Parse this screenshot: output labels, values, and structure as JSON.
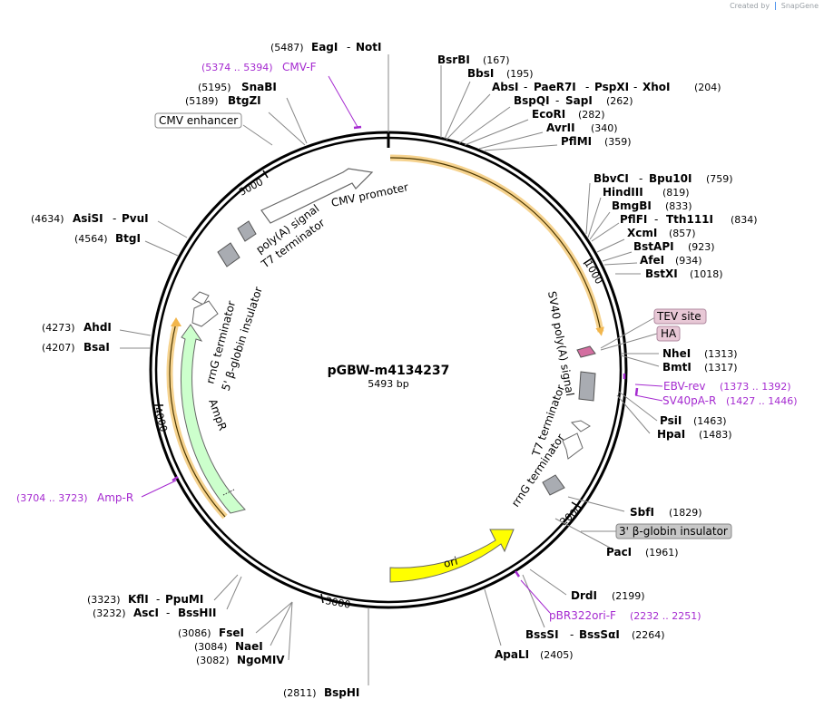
{
  "branding": {
    "created_by": "Created by",
    "app": "SnapGene",
    "logo_icon": "snapgene-logo-icon"
  },
  "plasmid": {
    "name": "pGBW-m4134237",
    "length_label": "5493 bp",
    "length": 5493
  },
  "ticks": [
    "1000",
    "2000",
    "3000",
    "4000",
    "5000"
  ],
  "features": [
    {
      "label": "CMV promoter",
      "type": "promoter",
      "color": "#ffffff"
    },
    {
      "label": "poly(A) signal",
      "type": "terminator",
      "color": "#a9acb2"
    },
    {
      "label": "T7 terminator",
      "type": "terminator",
      "color": "#a9acb2"
    },
    {
      "label": "rrnG terminator",
      "type": "terminator",
      "color": "#ffffff"
    },
    {
      "label": "5' β-globin insulator",
      "type": "misc",
      "color": "#ffffff"
    },
    {
      "label": "AmpR",
      "type": "cds",
      "color": "#ccffcc"
    },
    {
      "label": "SV40 poly(A) signal",
      "type": "terminator",
      "color": "#a9acb2"
    },
    {
      "label": "T7 terminator",
      "type": "terminator",
      "color": "#ffffff"
    },
    {
      "label": "rrnG terminator",
      "type": "terminator",
      "color": "#a9acb2"
    },
    {
      "label": "ori",
      "type": "rep_origin",
      "color": "#ffff00"
    },
    {
      "label": "CMV enhancer",
      "type": "enhancer",
      "color": "#ffffff"
    },
    {
      "label": "TEV site",
      "type": "tag",
      "color": "#e8c8d6"
    },
    {
      "label": "HA",
      "type": "tag",
      "color": "#e8c8d6"
    },
    {
      "label": "3' β-globin insulator",
      "type": "misc",
      "color": "#c8c8c8"
    }
  ],
  "sites": [
    {
      "pos": "(5487)",
      "name": "EagI",
      "name2": "NotI"
    },
    {
      "pos": "(5195)",
      "name": "SnaBI"
    },
    {
      "pos": "(5189)",
      "name": "BtgZI"
    },
    {
      "pos": "(4634)",
      "name": "AsiSI",
      "name2": "PvuI"
    },
    {
      "pos": "(4564)",
      "name": "BtgI"
    },
    {
      "pos": "(4273)",
      "name": "AhdI"
    },
    {
      "pos": "(4207)",
      "name": "BsaI"
    },
    {
      "pos": "(3323)",
      "name": "KflI",
      "name2": "PpuMI"
    },
    {
      "pos": "(3232)",
      "name": "AscI",
      "name2": "BssHII"
    },
    {
      "pos": "(3086)",
      "name": "FseI"
    },
    {
      "pos": "(3084)",
      "name": "NaeI"
    },
    {
      "pos": "(3082)",
      "name": "NgoMIV"
    },
    {
      "pos": "(2811)",
      "name": "BspHI"
    },
    {
      "name": "BsrBI",
      "pos": "(167)"
    },
    {
      "name": "BbsI",
      "pos": "(195)"
    },
    {
      "name": "AbsI",
      "name2": "PaeR7I",
      "name3": "PspXI",
      "name4": "XhoI",
      "pos": "(204)"
    },
    {
      "name": "BspQI",
      "name2": "SapI",
      "pos": "(262)"
    },
    {
      "name": "EcoRI",
      "pos": "(282)"
    },
    {
      "name": "AvrII",
      "pos": "(340)"
    },
    {
      "name": "PflMI",
      "pos": "(359)"
    },
    {
      "name": "BbvCI",
      "name2": "Bpu10I",
      "pos": "(759)"
    },
    {
      "name": "HindIII",
      "pos": "(819)"
    },
    {
      "name": "BmgBI",
      "pos": "(833)"
    },
    {
      "name": "PflFI",
      "name2": "Tth111I",
      "pos": "(834)"
    },
    {
      "name": "XcmI",
      "pos": "(857)"
    },
    {
      "name": "BstAPI",
      "pos": "(923)"
    },
    {
      "name": "AfeI",
      "pos": "(934)"
    },
    {
      "name": "BstXI",
      "pos": "(1018)"
    },
    {
      "name": "NheI",
      "pos": "(1313)"
    },
    {
      "name": "BmtI",
      "pos": "(1317)"
    },
    {
      "name": "PsiI",
      "pos": "(1463)"
    },
    {
      "name": "HpaI",
      "pos": "(1483)"
    },
    {
      "name": "SbfI",
      "pos": "(1829)"
    },
    {
      "name": "PacI",
      "pos": "(1961)"
    },
    {
      "name": "DrdI",
      "pos": "(2199)"
    },
    {
      "name": "BssSI",
      "name2": "BssSαI",
      "pos": "(2264)"
    },
    {
      "name": "ApaLI",
      "pos": "(2405)"
    }
  ],
  "primers": [
    {
      "range": "(5374 .. 5394)",
      "name": "CMV-F"
    },
    {
      "range": "(3704 .. 3723)",
      "name": "Amp-R"
    },
    {
      "name": "EBV-rev",
      "range": "(1373 .. 1392)"
    },
    {
      "name": "SV40pA-R",
      "range": "(1427 .. 1446)"
    },
    {
      "name": "pBR322ori-F",
      "range": "(2232 .. 2251)"
    }
  ],
  "colors": {
    "primer": "#a52ad0",
    "orf_outline": "#f2b64c",
    "backbone": "#000000",
    "leader": "#888888"
  }
}
